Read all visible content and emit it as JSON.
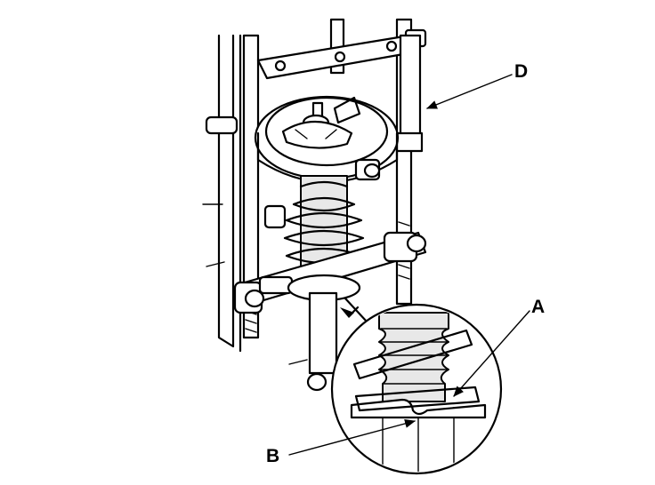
{
  "labels": {
    "a": "A",
    "b": "B",
    "d": "D"
  }
}
